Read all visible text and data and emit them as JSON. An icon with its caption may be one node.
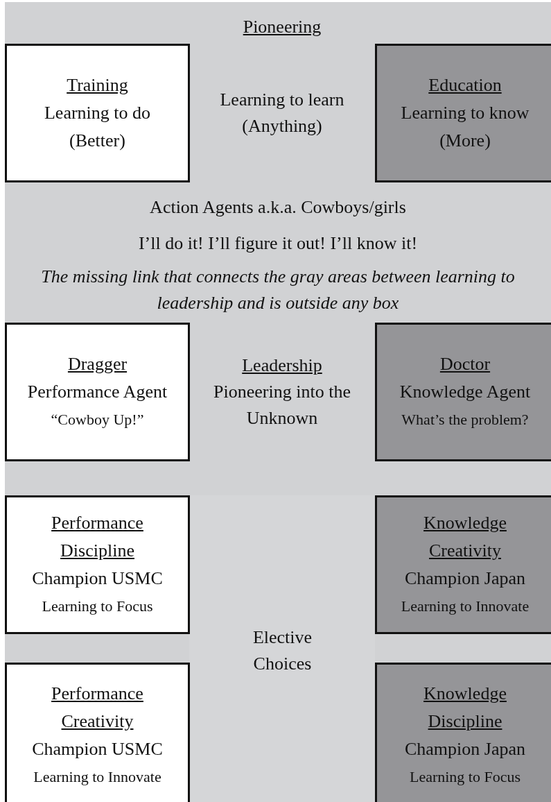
{
  "diagram": {
    "nodes": [
      {
        "text": [
          "Training",
          "Learning to do (Better)"
        ]
      },
      {
        "text": [
          "Education",
          "Learning to know (More)"
        ]
      },
      {
        "text": [
          "Dragger",
          "Performance Agent",
          "“Cowboy Up!”"
        ]
      },
      {
        "text": [
          "Doctor",
          "Knowledge Agent",
          "What’s the problem?"
        ]
      },
      {
        "text": [
          "Performance Discipline",
          "Champion USMC",
          "Learning to Focus"
        ]
      },
      {
        "text": [
          "Knowledge Creativity",
          "Champion Japan",
          "Learning to Innovate"
        ]
      },
      {
        "text": [
          "Performance Creativity",
          "Champion USMC",
          "Learning to Innovate"
        ]
      },
      {
        "text": [
          "Knowledge Discipline",
          "Champion Japan",
          "Learning to Focus"
        ]
      }
    ],
    "edges": [],
    "labels": [
      "Pioneering",
      "Learning to learn (Anything)",
      "Action Agents a.k.a. Cowboys/girls",
      "I’ll do it! I’ll figure it out! I’ll know it!",
      "The missing link that connects the gray areas between learning to leadership and is outside any box",
      "Leadership",
      "Pioneering into the Unknown",
      "Elective Choices"
    ]
  }
}
